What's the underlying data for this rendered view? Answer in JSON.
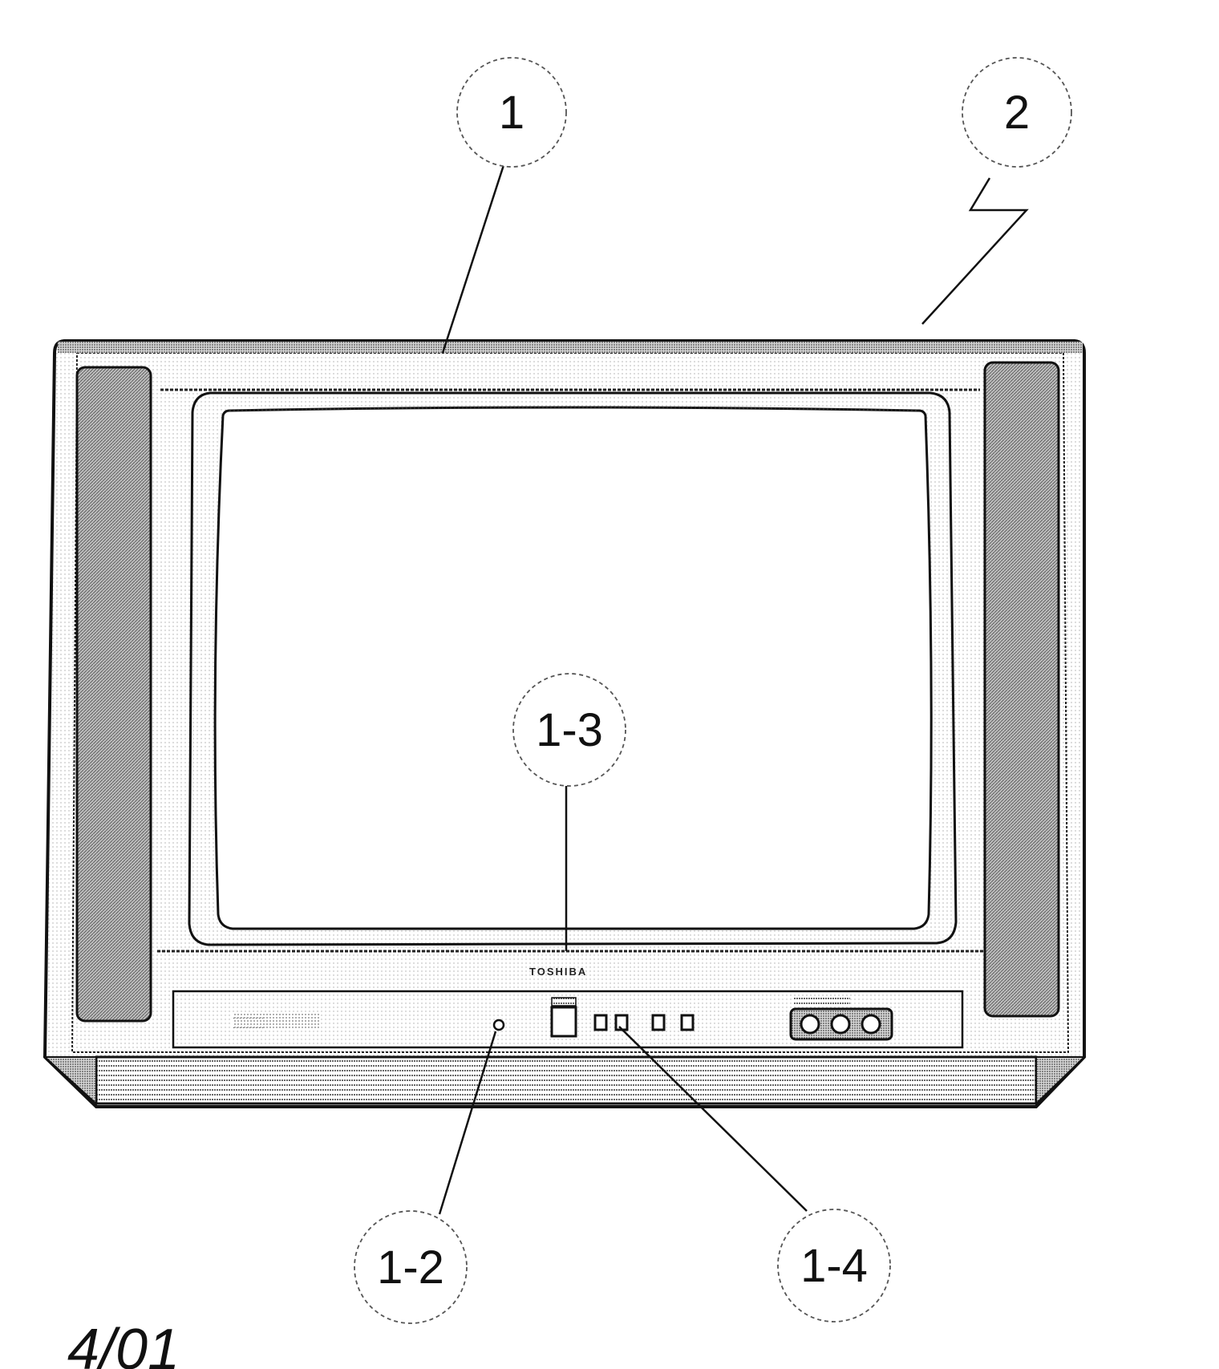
{
  "callouts": [
    {
      "id": "1",
      "label": "1"
    },
    {
      "id": "2",
      "label": "2"
    },
    {
      "id": "1-3",
      "label": "1-3"
    },
    {
      "id": "1-2",
      "label": "1-2"
    },
    {
      "id": "1-4",
      "label": "1-4"
    }
  ],
  "brand": "TOSHIBA",
  "date_mark": "4/01",
  "colors": {
    "line": "#111111",
    "stipple": "#9a9a9a",
    "background": "#ffffff"
  }
}
